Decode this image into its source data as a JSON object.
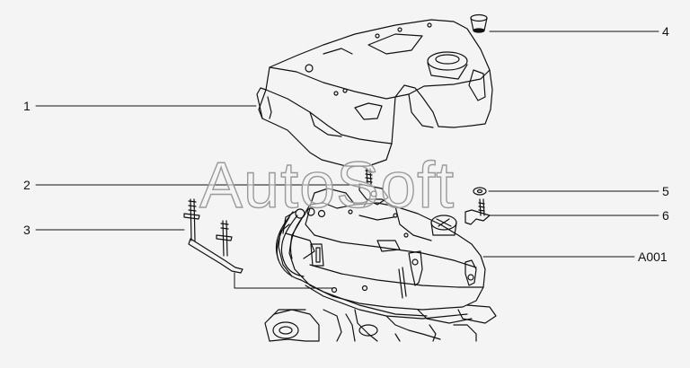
{
  "watermark": "AutoSoft",
  "callouts": {
    "c1": "1",
    "c2": "2",
    "c3": "3",
    "c4": "4",
    "c5": "5",
    "c6": "6",
    "code": "A001"
  },
  "colors": {
    "background": "#f4f4f4",
    "line": "#111111",
    "watermark_outline": "#9a9a9a"
  }
}
